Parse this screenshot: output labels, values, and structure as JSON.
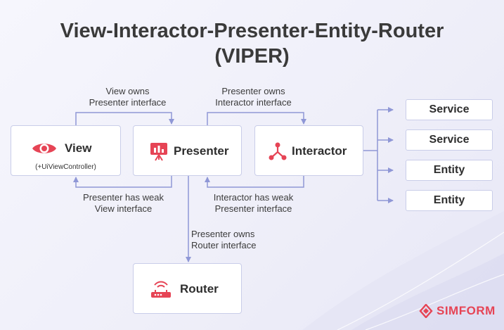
{
  "title_line1": "View-Interactor-Presenter-Entity-Router",
  "title_line2": "(VIPER)",
  "boxes": {
    "view": {
      "label": "View",
      "sublabel": "(+UiViewController)"
    },
    "presenter": {
      "label": "Presenter"
    },
    "interactor": {
      "label": "Interactor"
    },
    "router": {
      "label": "Router"
    }
  },
  "edge_labels": {
    "view_owns": [
      "View owns",
      "Presenter interface"
    ],
    "presenter_owns_interactor": [
      "Presenter owns",
      "Interactor interface"
    ],
    "presenter_weak_view": [
      "Presenter has weak",
      "View interface"
    ],
    "interactor_weak_presenter": [
      "Interactor has weak",
      "Presenter interface"
    ],
    "presenter_owns_router": [
      "Presenter owns",
      "Router interface"
    ]
  },
  "right_items": [
    "Service",
    "Service",
    "Entity",
    "Entity"
  ],
  "brand": "SIMFORM",
  "colors": {
    "accent": "#e64455",
    "line": "#8f97d6",
    "title": "#3a3a3a"
  }
}
